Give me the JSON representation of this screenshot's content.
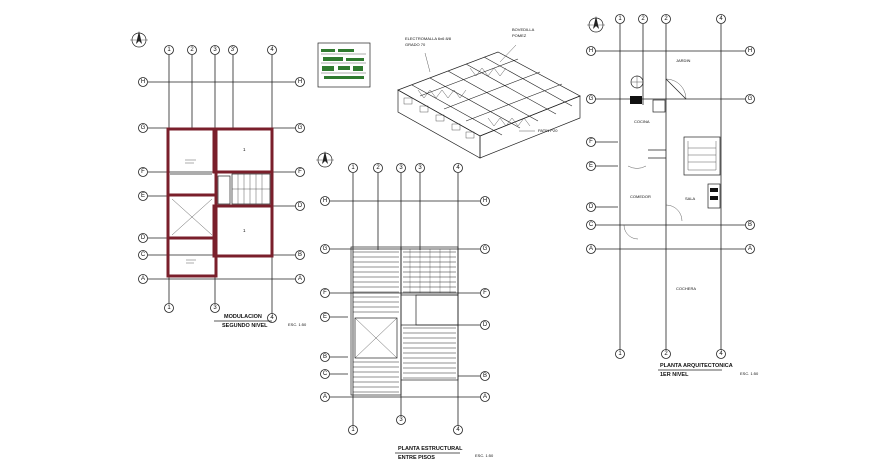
{
  "plans": {
    "left": {
      "title": "MODULACION",
      "subtitle": "SEGUNDO NIVEL",
      "scale": "ESC. 1:50",
      "columns": [
        "1",
        "2",
        "3",
        "3'",
        "4"
      ],
      "rows": [
        "H",
        "G",
        "F",
        "E",
        "D",
        "C",
        "B",
        "A"
      ],
      "rooms": [
        "1",
        "1"
      ]
    },
    "middle": {
      "title": "PLANTA ESTRUCTURAL",
      "subtitle": "ENTRE PISOS",
      "scale": "ESC. 1:50",
      "columns": [
        "1",
        "2",
        "3",
        "4"
      ],
      "rows": [
        "H",
        "G",
        "F",
        "E",
        "D",
        "C",
        "B",
        "A"
      ]
    },
    "right": {
      "title": "PLANTA ARQUITECTONICA",
      "subtitle": "1ER NIVEL",
      "scale": "ESC. 1:50",
      "columns": [
        "1",
        "2",
        "4"
      ],
      "rows": [
        "H",
        "G",
        "F",
        "E",
        "D",
        "C",
        "B",
        "A"
      ],
      "rooms": [
        "JARDIN",
        "COCINA",
        "COMEDOR",
        "SALA",
        "COCHERA"
      ]
    }
  },
  "detail": {
    "labels": [
      "ELECTROMALLA 6x6 8/8",
      "GRADO 70",
      "BOVEDILLA",
      "POMEZ",
      "PATIN P20"
    ]
  }
}
